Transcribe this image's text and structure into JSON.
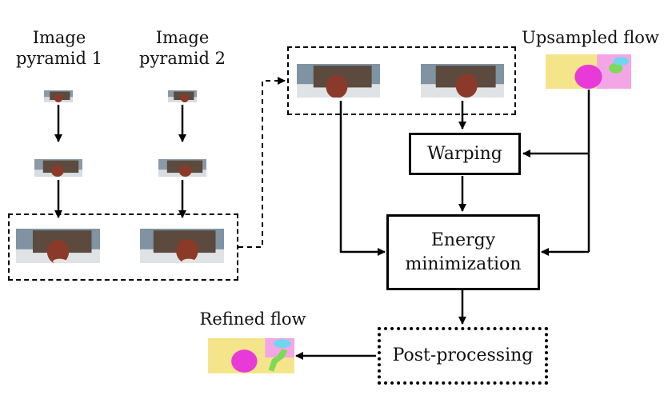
{
  "labels": {
    "pyramid1": [
      "Image",
      "pyramid 1"
    ],
    "pyramid2": [
      "Image",
      "pyramid 2"
    ],
    "upsampled_flow": "Upsampled flow",
    "refined_flow": "Refined flow"
  },
  "boxes": {
    "warping": "Warping",
    "energy": [
      "Energy",
      "minimization"
    ],
    "postprocessing": "Post-processing"
  },
  "colors": {
    "arrow": "#000000",
    "frame_sky": "#8a9aa6",
    "frame_character": "#8b3a2a",
    "flow_yellow": "#f5e58a",
    "flow_magenta": "#e83ad8",
    "flow_green": "#7ed957",
    "flow_cyan": "#6fd6ee"
  }
}
